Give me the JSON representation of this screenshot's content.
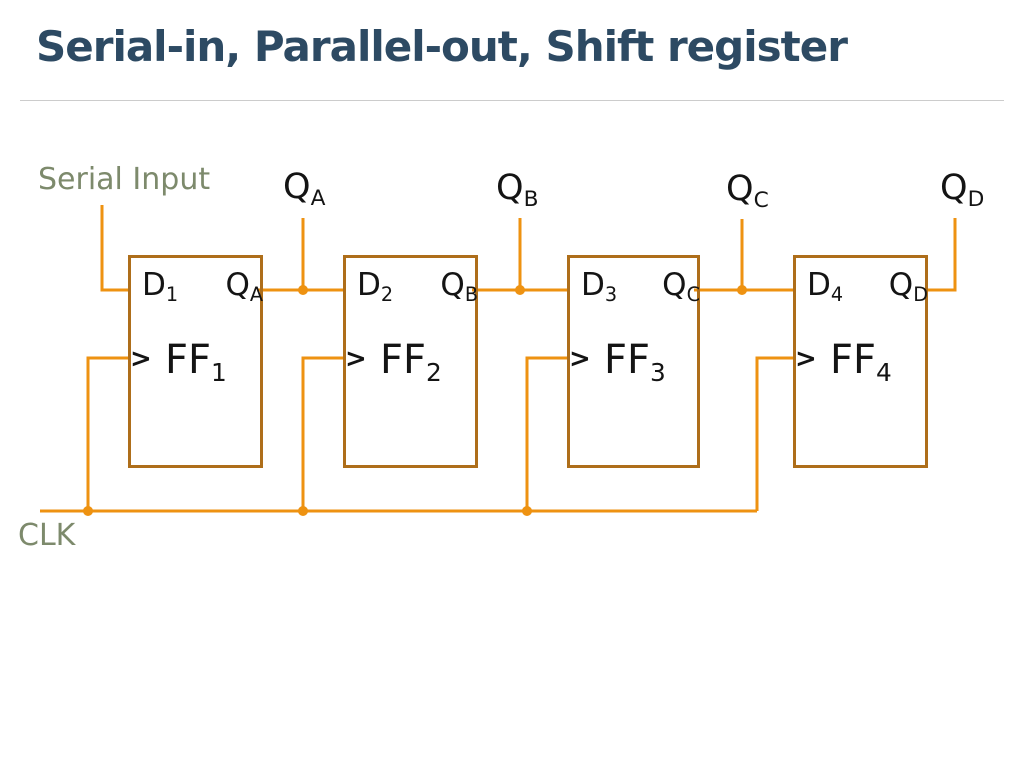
{
  "title": "Serial-in, Parallel-out, Shift register",
  "annotations": {
    "serial_input": "Serial Input",
    "clk": "CLK"
  },
  "outputs": [
    {
      "base": "Q",
      "sub": "A"
    },
    {
      "base": "Q",
      "sub": "B"
    },
    {
      "base": "Q",
      "sub": "C"
    },
    {
      "base": "Q",
      "sub": "D"
    }
  ],
  "flip_flops": [
    {
      "d_base": "D",
      "d_sub": "1",
      "q_base": "Q",
      "q_sub": "A",
      "name_base": "FF",
      "name_sub": "1",
      "clock_glyph": ">"
    },
    {
      "d_base": "D",
      "d_sub": "2",
      "q_base": "Q",
      "q_sub": "B",
      "name_base": "FF",
      "name_sub": "2",
      "clock_glyph": ">"
    },
    {
      "d_base": "D",
      "d_sub": "3",
      "q_base": "Q",
      "q_sub": "C",
      "name_base": "FF",
      "name_sub": "3",
      "clock_glyph": ">"
    },
    {
      "d_base": "D",
      "d_sub": "4",
      "q_base": "Q",
      "q_sub": "D",
      "name_base": "FF",
      "name_sub": "4",
      "clock_glyph": ">"
    }
  ],
  "colors": {
    "title": "#2d4a63",
    "annotation": "#7d8a6c",
    "wire": "#ee9211",
    "box_border": "#ae6e1a",
    "text": "#141414",
    "divider": "#cccccc",
    "background": "#ffffff"
  }
}
